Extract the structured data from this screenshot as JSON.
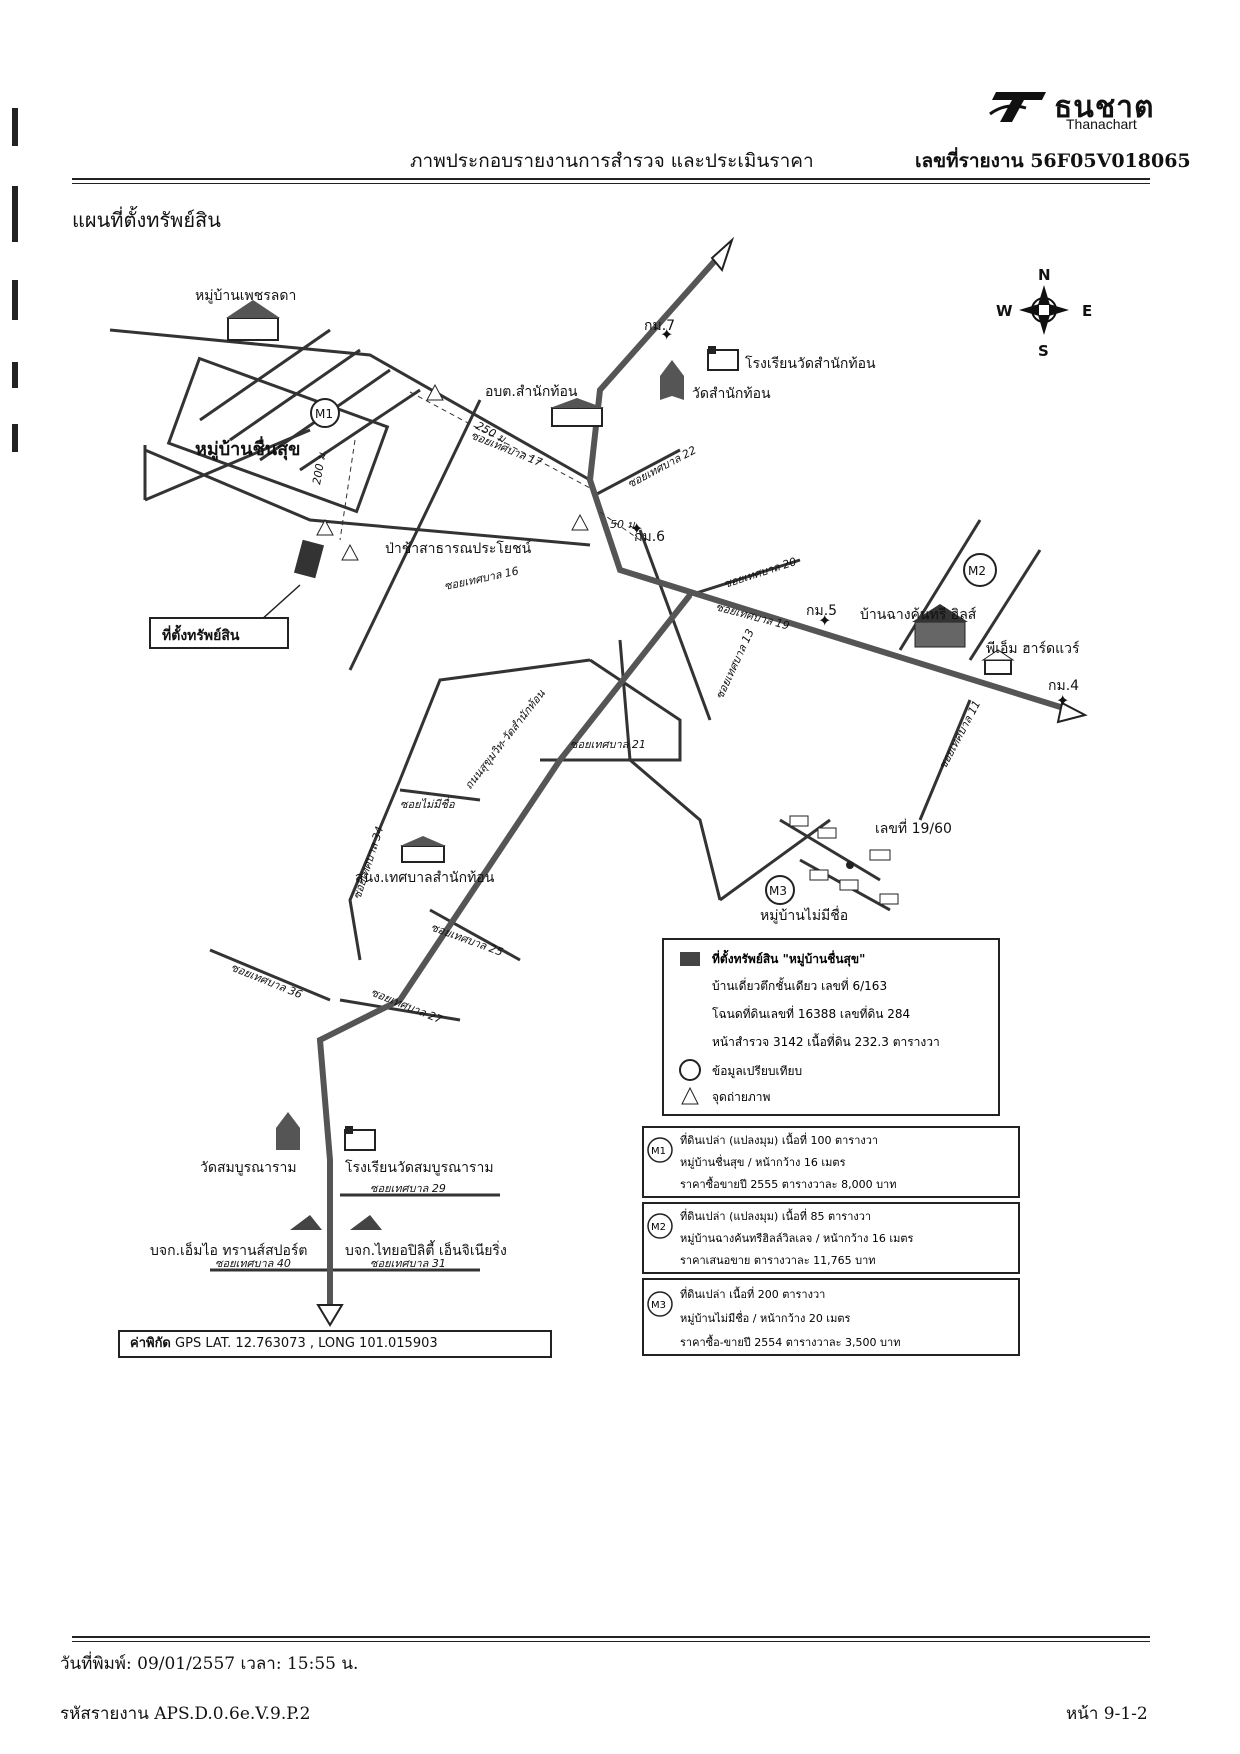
{
  "header": {
    "logo_th": "ธนชาต",
    "logo_en": "Thanachart",
    "title": "ภาพประกอบรายงานการสำรวจ และประเมินราคา",
    "report_no": "เลขที่รายงาน 56F05V018065"
  },
  "section_title": "แผนที่ตั้งทรัพย์สิน",
  "compass": {
    "n": "N",
    "s": "S",
    "e": "E",
    "w": "W"
  },
  "places": {
    "village_petch": "หมู่บ้านเพชรลดา",
    "village_chuen": "หมู่บ้านชื่นสุข",
    "abt": "อบต.สำนักท้อน",
    "school_wat_top": "โรงเรียนวัดสำนักท้อน",
    "wat_top": "วัดสำนักท้อน",
    "cemetery": "ป่าช้าสาธารณประโยชน์",
    "property_label": "ที่ตั้งทรัพย์สิน",
    "mansion": "บ้านฉางค้นทรี ฮิลส์",
    "hardware": "พีเอ็ม ฮาร์ดแวร์",
    "house_no": "เลขที่ 19/60",
    "village_noname": "หมู่บ้านไม่มีชื่อ",
    "municipal_office": "สนง.เทศบาลสำนักท้อน",
    "wat_sombun": "วัดสมบูรณาราม",
    "school_sombun": "โรงเรียนวัดสมบูรณาราม",
    "company_mi": "บจก.เอ็มไอ ทรานส์สปอร์ต",
    "company_thai": "บจก.ไทยอปิลิตี้ เอ็นจิเนียริ่ง"
  },
  "markers": {
    "km7": "กม.7",
    "km6": "กม.6",
    "km5": "กม.5",
    "km4": "กม.4"
  },
  "distances": {
    "d250": "250 ม.",
    "d200": "200 ม.",
    "d50": "50 ม."
  },
  "roads": {
    "s17": "ซอยเทศบาล 17",
    "s22": "ซอยเทศบาล 22",
    "s16": "ซอยเทศบาล 16",
    "s20": "ซอยเทศบาล 20",
    "s19": "ซอยเทศบาล 19",
    "s13": "ซอยเทศบาล 13",
    "s21": "ซอยเทศบาล 21",
    "s11": "ซอยเทศบาล 11",
    "s34": "ซอยเทศบาล 34",
    "s_noname": "ซอยไม่มีชื่อ",
    "s25": "ซอยเทศบาล 25",
    "s36": "ซอยเทศบาล 36",
    "s27": "ซอยเทศบาล 27",
    "s29": "ซอยเทศบาล 29",
    "s40": "ซอยเทศบาล 40",
    "s31": "ซอยเทศบาล 31",
    "main": "ถนนสุขุมวิท-วัดสำนักท้อน"
  },
  "comparables": {
    "m1": "M1",
    "m2": "M2",
    "m3": "M3"
  },
  "legend": {
    "title": "ที่ตั้งทรัพย์สิน \"หมู่บ้านชื่นสุข\"",
    "line1": "บ้านเดี่ยวตึกชั้นเดียว เลขที่ 6/163",
    "line2": "โฉนดที่ดินเลขที่ 16388  เลขที่ดิน 284",
    "line3": "หน้าสำรวจ 3142  เนื้อที่ดิน 232.3 ตารางวา",
    "compare": "ข้อมูลเปรียบเทียบ",
    "photo": "จุดถ่ายภาพ"
  },
  "comp_boxes": [
    {
      "tag": "M1",
      "l1": "ที่ดินเปล่า (แปลงมุม) เนื้อที่ 100 ตารางวา",
      "l2": "หมู่บ้านชื่นสุข / หน้ากว้าง 16 เมตร",
      "l3": "ราคาซื้อขายปี 2555  ตารางวาละ 8,000 บาท"
    },
    {
      "tag": "M2",
      "l1": "ที่ดินเปล่า (แปลงมุม) เนื้อที่ 85 ตารางวา",
      "l2": "หมู่บ้านฉางค้นทรีฮิลล์วิลเลจ / หน้ากว้าง 16 เมตร",
      "l3": "ราคาเสนอขาย  ตารางวาละ 11,765 บาท"
    },
    {
      "tag": "M3",
      "l1": "ที่ดินเปล่า เนื้อที่ 200 ตารางวา",
      "l2": "หมู่บ้านไม่มีชื่อ / หน้ากว้าง 20 เมตร",
      "l3": "ราคาซื้อ-ขายปี 2554  ตารางวาละ 3,500 บาท"
    }
  ],
  "gps": {
    "label": "ค่าพิกัด",
    "text": "GPS   LAT. 12.763073 , LONG 101.015903"
  },
  "footer": {
    "print_date": "วันที่พิมพ์: 09/01/2557  เวลา: 15:55 น.",
    "code": "รหัสรายงาน APS.D.0.6e.V.9.P.2",
    "page": "หน้า 9-1-2"
  }
}
